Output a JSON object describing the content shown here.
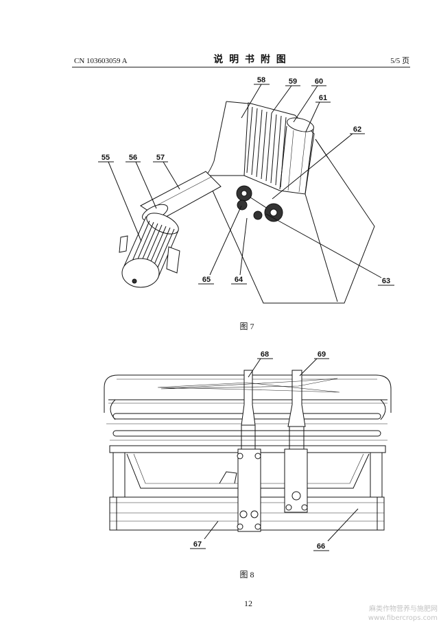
{
  "header": {
    "doc_number": "CN 103603059 A",
    "title": "说 明 书 附 图",
    "page_of": "5/5 页"
  },
  "figure7": {
    "caption": "图 7",
    "labels": {
      "l55": "55",
      "l56": "56",
      "l57": "57",
      "l58": "58",
      "l59": "59",
      "l60": "60",
      "l61": "61",
      "l62": "62",
      "l63": "63",
      "l64": "64",
      "l65": "65"
    }
  },
  "figure8": {
    "caption": "图 8",
    "labels": {
      "l66": "66",
      "l67": "67",
      "l68": "68",
      "l69": "69"
    }
  },
  "footer": {
    "page_number": "12"
  },
  "watermark": {
    "line1": "麻类作物营养与施肥网",
    "line2": "www.fibercrops.com"
  }
}
